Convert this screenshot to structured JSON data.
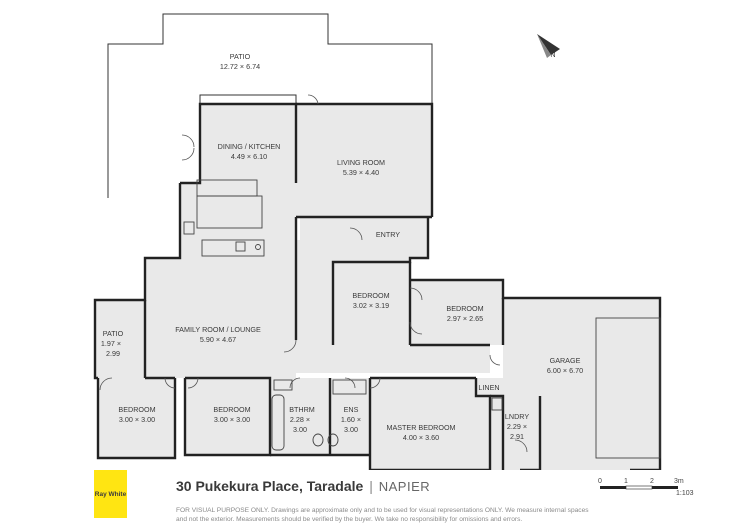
{
  "rooms": {
    "patio_main": {
      "name": "PATIO",
      "dims": "12.72 × 6.74"
    },
    "dining_kitchen": {
      "name": "DINING / KITCHEN",
      "dims": "4.49 × 6.10"
    },
    "living_room": {
      "name": "LIVING ROOM",
      "dims": "5.39 × 4.40"
    },
    "entry": {
      "name": "ENTRY"
    },
    "bedroom_a": {
      "name": "BEDROOM",
      "dims": "3.02 × 3.19"
    },
    "bedroom_b": {
      "name": "BEDROOM",
      "dims": "2.97 × 2.65"
    },
    "family_room": {
      "name": "FAMILY ROOM / LOUNGE",
      "dims": "5.90 × 4.67"
    },
    "patio_small": {
      "name": "PATIO",
      "dims_line1": "1.97 ×",
      "dims_line2": "2.99"
    },
    "garage": {
      "name": "GARAGE",
      "dims": "6.00 × 6.70"
    },
    "linen": {
      "name": "LINEN"
    },
    "bedroom_c": {
      "name": "BEDROOM",
      "dims": "3.00 × 3.00"
    },
    "bedroom_d": {
      "name": "BEDROOM",
      "dims": "3.00 × 3.00"
    },
    "bathroom": {
      "name": "BTHRM",
      "dims_line1": "2.28 ×",
      "dims_line2": "3.00"
    },
    "ensuite": {
      "name": "ENS",
      "dims_line1": "1.60 ×",
      "dims_line2": "3.00"
    },
    "master_bedroom": {
      "name": "MASTER BEDROOM",
      "dims": "4.00 × 3.60"
    },
    "laundry": {
      "name": "LNDRY",
      "dims_line1": "2.29 ×",
      "dims_line2": "2.91"
    }
  },
  "compass": {
    "label": "N"
  },
  "footer": {
    "logo_text": "Ray White",
    "address_main": "30 Pukekura Place, Taradale",
    "address_sep": "|",
    "address_town": "NAPIER",
    "disclaimer": "FOR VISUAL PURPOSE ONLY. Drawings are approximate only and to be used for visual representations ONLY. We measure internal spaces and not the exterior. Measurements should be verified by the buyer. We take no responsibility for omissions and errors."
  },
  "scale": {
    "tick_0": "0",
    "tick_1": "1",
    "tick_2": "2",
    "tick_3": "3m",
    "ratio": "1:103"
  },
  "colors": {
    "room_fill": "#e9e9e9",
    "wall": "#222222",
    "logo_bg": "#ffe512"
  }
}
